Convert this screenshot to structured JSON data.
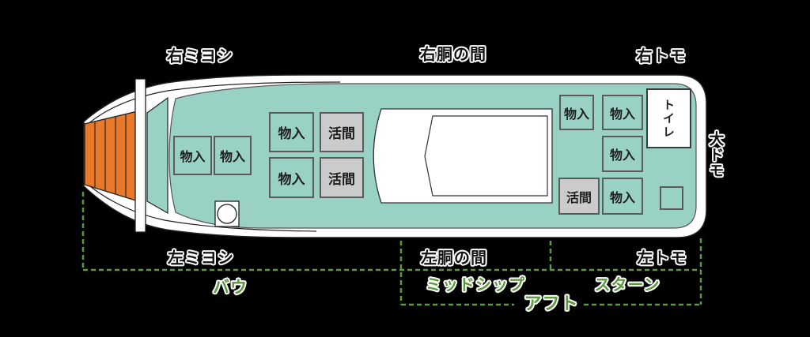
{
  "colors": {
    "background": "#000000",
    "deck_teal": "#99d1c5",
    "hull_white": "#ffffff",
    "bow_orange": "#e8792a",
    "livewell_gray": "#cbcbcb",
    "zone_green": "#5d9a3e",
    "outline": "#222222"
  },
  "top_labels": {
    "bow_right": "右ミヨシ",
    "mid_right": "右胴の間",
    "stern_right": "右トモ"
  },
  "bottom_labels": {
    "bow_left": "左ミヨシ",
    "mid_left": "左胴の間",
    "stern_left": "左トモ"
  },
  "side_label": {
    "odomo": "大ドモ"
  },
  "zone_labels": {
    "bow": "バウ",
    "midship": "ミッドシップ",
    "stern": "スターン",
    "aft": "アフト"
  },
  "boat": {
    "toilet_label": "トイレ",
    "boxes": [
      {
        "id": "bow-left",
        "label": "物入"
      },
      {
        "id": "bow-right",
        "label": "物入"
      },
      {
        "id": "mid-top-left",
        "label": "物入"
      },
      {
        "id": "mid-top-right",
        "label": "活間"
      },
      {
        "id": "mid-bottom-left",
        "label": "物入"
      },
      {
        "id": "mid-bottom-right",
        "label": "活間"
      },
      {
        "id": "aft-top-left",
        "label": "物入"
      },
      {
        "id": "aft-top-right",
        "label": "物入"
      },
      {
        "id": "aft-middle",
        "label": "物入"
      },
      {
        "id": "aft-bottom-left",
        "label": "活間"
      },
      {
        "id": "aft-bottom-right",
        "label": "物入"
      }
    ]
  }
}
